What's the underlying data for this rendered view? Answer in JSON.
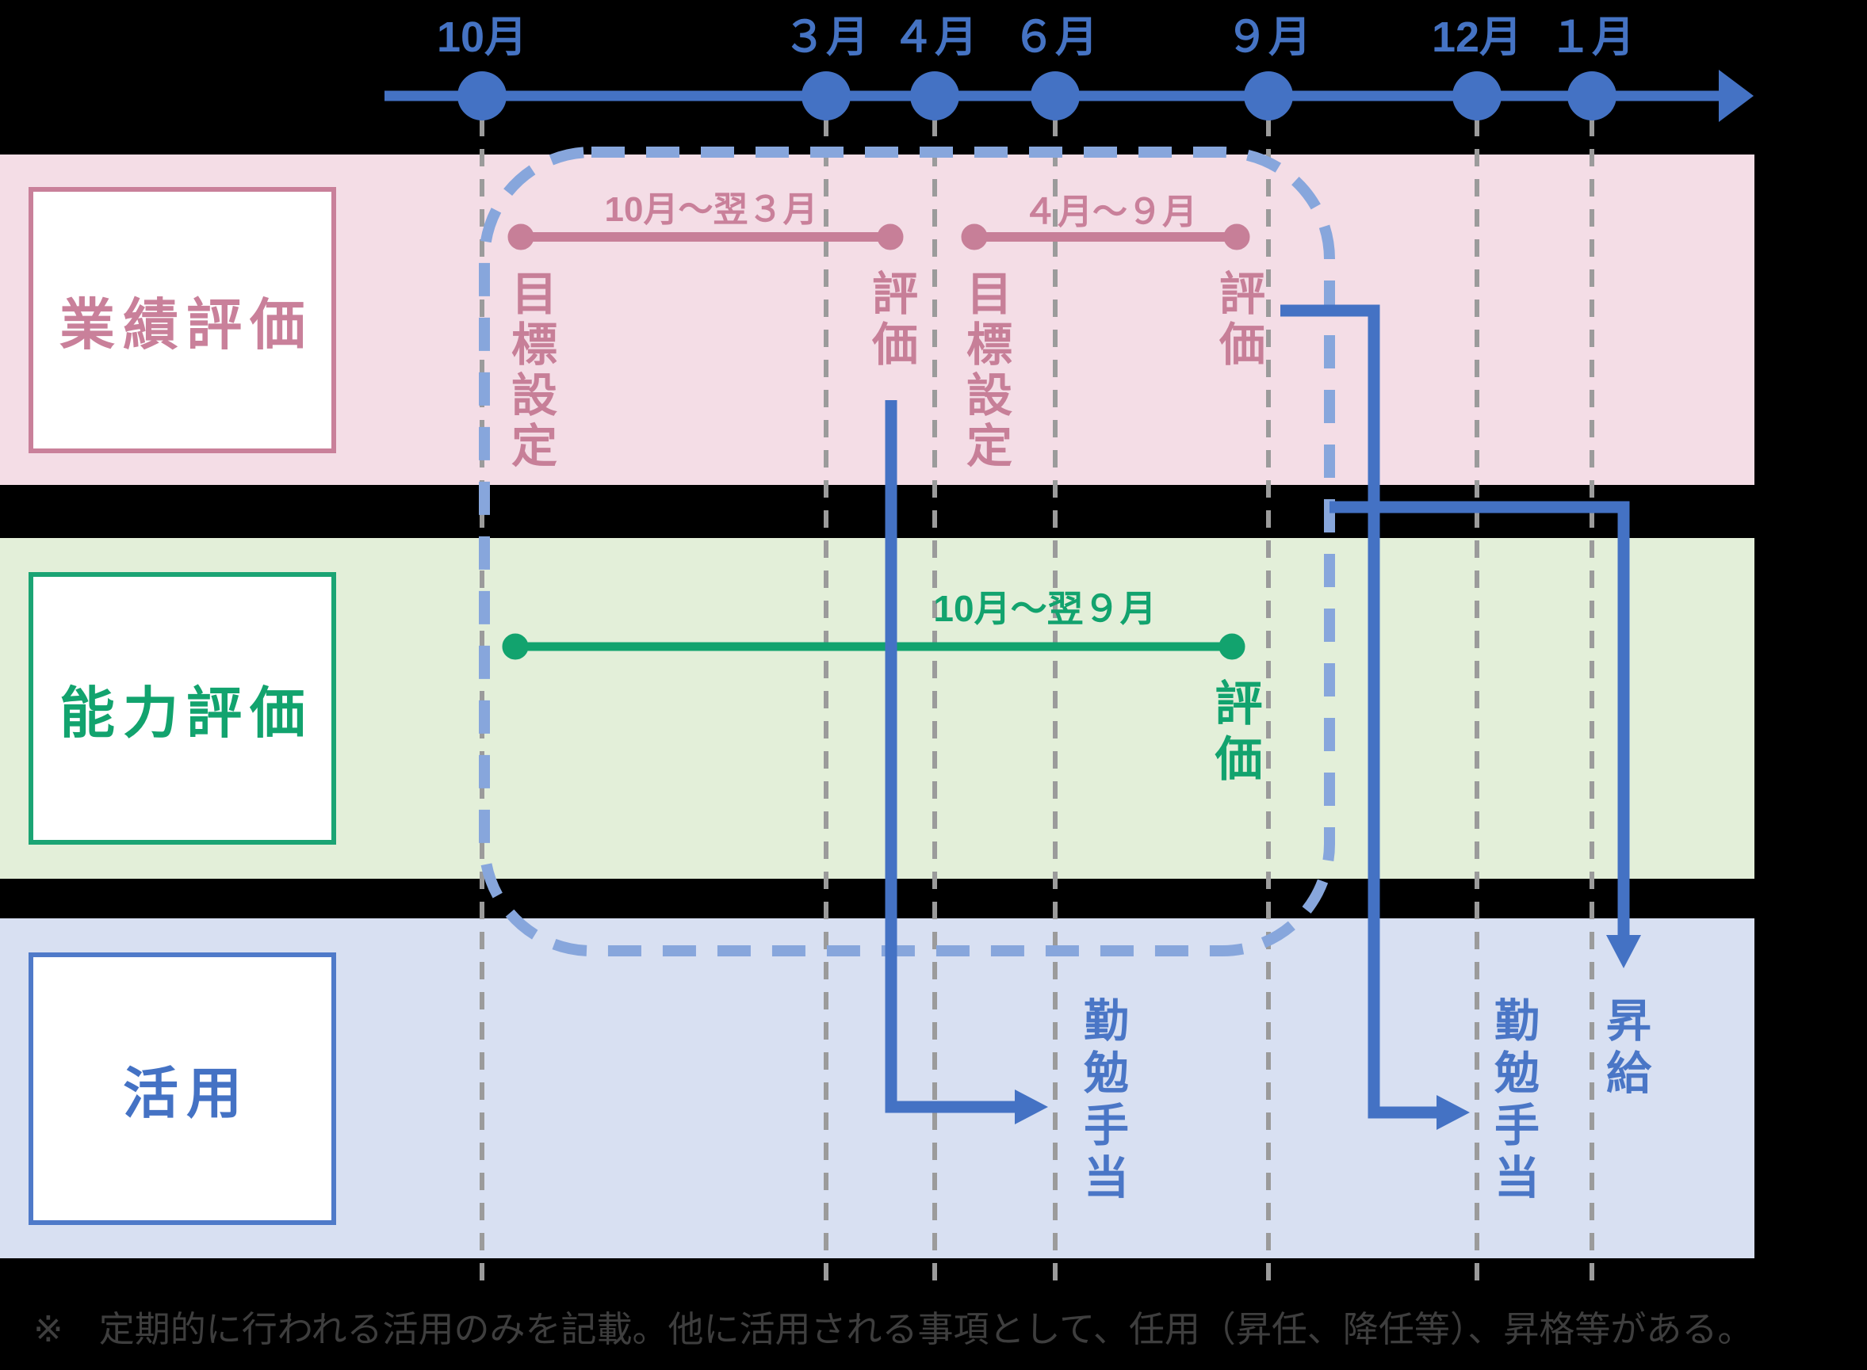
{
  "colors": {
    "background": "#000000",
    "timeline_blue": "#4472c4",
    "cycle_frame_blue": "#87a6dc",
    "gridline_gray": "#9b9b9b",
    "performance_fg": "#c9809a",
    "performance_band_bg": "#f4dde6",
    "ability_fg": "#12a36e",
    "ability_band_bg": "#e3efd9",
    "utilization_fg": "#4472c4",
    "utilization_band_bg": "#d8e0f2",
    "row_box_bg": "#ffffff",
    "footnote_gray": "#3e3e3e"
  },
  "timeline": {
    "months": [
      {
        "label": "10月"
      },
      {
        "label": "３月"
      },
      {
        "label": "４月"
      },
      {
        "label": "６月"
      },
      {
        "label": "９月"
      },
      {
        "label": "12月"
      },
      {
        "label": "１月"
      }
    ]
  },
  "rows": {
    "performance": {
      "title": "業績評価",
      "period1": {
        "range": "10月～翌３月",
        "start": "目標設定",
        "end": "評価"
      },
      "period2": {
        "range": "４月～９月",
        "start": "目標設定",
        "end": "評価"
      }
    },
    "ability": {
      "title": "能力評価",
      "period": {
        "range": "10月～翌９月",
        "end": "評価"
      }
    },
    "utilization": {
      "title": "活用",
      "outcomes": [
        {
          "label": "勤勉手当"
        },
        {
          "label": "勤勉手当"
        },
        {
          "label": "昇給"
        }
      ]
    }
  },
  "footnote": {
    "text": "※　定期的に行われる活用のみを記載。他に活用される事項として、任用（昇任、降任等）、昇格等がある。"
  }
}
